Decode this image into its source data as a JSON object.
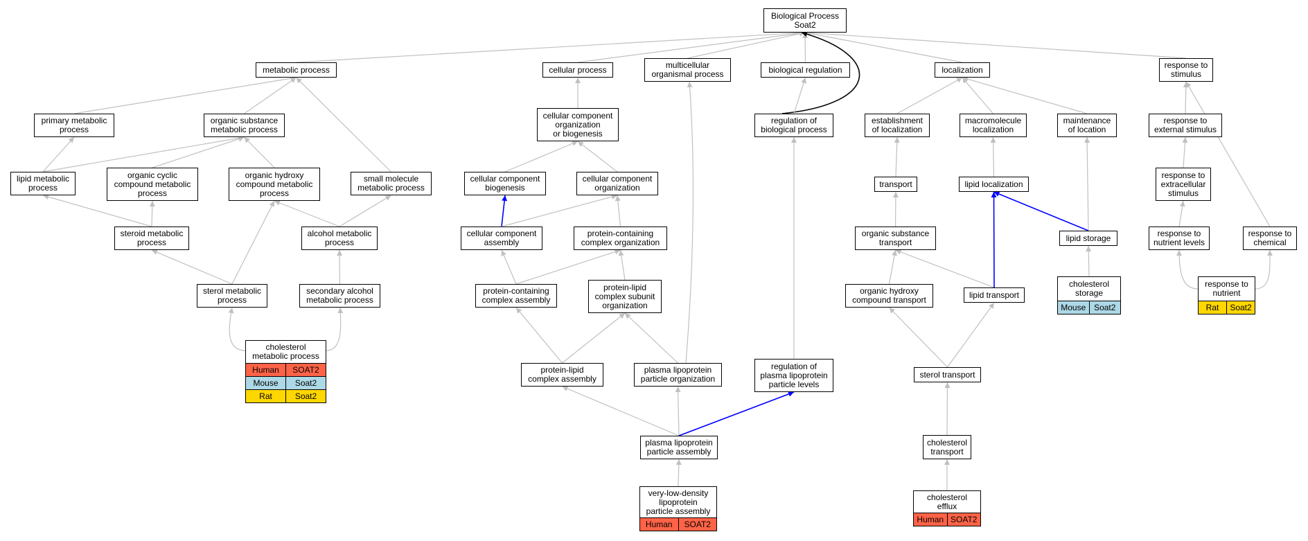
{
  "colors": {
    "edge_default": "#c0c0c0",
    "edge_blue": "#0000ff",
    "edge_black": "#000000",
    "species_human": "#ff6347",
    "species_mouse": "#add8e6",
    "species_rat": "#ffd700"
  },
  "nodes": [
    {
      "id": "bp",
      "label": "Biological Process\nSoat2"
    },
    {
      "id": "metabolic",
      "label": "metabolic process"
    },
    {
      "id": "cellular",
      "label": "cellular process"
    },
    {
      "id": "multicellular",
      "label": "multicellular\norganismal process"
    },
    {
      "id": "bioreg",
      "label": "biological regulation"
    },
    {
      "id": "localization",
      "label": "localization"
    },
    {
      "id": "response_stimulus",
      "label": "response to\nstimulus"
    },
    {
      "id": "primary_metabolic",
      "label": "primary metabolic\nprocess"
    },
    {
      "id": "organic_substance_metabolic",
      "label": "organic substance\nmetabolic process"
    },
    {
      "id": "ccobiogenesis",
      "label": "cellular component\norganization\nor biogenesis"
    },
    {
      "id": "reg_bio",
      "label": "regulation of\nbiological process"
    },
    {
      "id": "establishment_loc",
      "label": "establishment\nof localization"
    },
    {
      "id": "macromolecule_loc",
      "label": "macromolecule\nlocalization"
    },
    {
      "id": "maintenance_loc",
      "label": "maintenance\nof location"
    },
    {
      "id": "response_external",
      "label": "response to\nexternal stimulus"
    },
    {
      "id": "lipid_metabolic",
      "label": "lipid metabolic\nprocess"
    },
    {
      "id": "organic_cyclic",
      "label": "organic cyclic\ncompound metabolic\nprocess"
    },
    {
      "id": "organic_hydroxy_metabolic",
      "label": "organic hydroxy\ncompound metabolic\nprocess"
    },
    {
      "id": "small_molecule",
      "label": "small molecule\nmetabolic process"
    },
    {
      "id": "cc_biogenesis",
      "label": "cellular component\nbiogenesis"
    },
    {
      "id": "cc_organization",
      "label": "cellular component\norganization"
    },
    {
      "id": "transport",
      "label": "transport"
    },
    {
      "id": "lipid_localization",
      "label": "lipid localization"
    },
    {
      "id": "response_extracellular",
      "label": "response to\nextracellular\nstimulus"
    },
    {
      "id": "steroid_metabolic",
      "label": "steroid metabolic\nprocess"
    },
    {
      "id": "alcohol_metabolic",
      "label": "alcohol metabolic\nprocess"
    },
    {
      "id": "cc_assembly",
      "label": "cellular component\nassembly"
    },
    {
      "id": "pc_complex_org",
      "label": "protein-containing\ncomplex organization"
    },
    {
      "id": "organic_substance_transport",
      "label": "organic substance\ntransport"
    },
    {
      "id": "lipid_storage",
      "label": "lipid storage"
    },
    {
      "id": "response_nutrient_levels",
      "label": "response to\nnutrient levels"
    },
    {
      "id": "response_chemical",
      "label": "response to\nchemical"
    },
    {
      "id": "sterol_metabolic",
      "label": "sterol metabolic\nprocess"
    },
    {
      "id": "secondary_alcohol",
      "label": "secondary alcohol\nmetabolic process"
    },
    {
      "id": "pc_complex_assembly",
      "label": "protein-containing\ncomplex assembly"
    },
    {
      "id": "pl_subunit_org",
      "label": "protein-lipid\ncomplex subunit\norganization"
    },
    {
      "id": "organic_hydroxy_transport",
      "label": "organic hydroxy\ncompound transport"
    },
    {
      "id": "lipid_transport",
      "label": "lipid transport"
    },
    {
      "id": "cholesterol_storage",
      "label": "cholesterol\nstorage"
    },
    {
      "id": "response_nutrient",
      "label": "response to\nnutrient"
    },
    {
      "id": "cholesterol_metabolic",
      "label": "cholesterol\nmetabolic process"
    },
    {
      "id": "pl_complex_assembly",
      "label": "protein-lipid\ncomplex assembly"
    },
    {
      "id": "plp_organization",
      "label": "plasma lipoprotein\nparticle organization"
    },
    {
      "id": "reg_plasma_lp",
      "label": "regulation of\nplasma lipoprotein\nparticle levels"
    },
    {
      "id": "sterol_transport",
      "label": "sterol transport"
    },
    {
      "id": "plp_assembly",
      "label": "plasma lipoprotein\nparticle assembly"
    },
    {
      "id": "cholesterol_transport",
      "label": "cholesterol\ntransport"
    },
    {
      "id": "vldl_assembly",
      "label": "very-low-density\nlipoprotein\nparticle assembly"
    },
    {
      "id": "cholesterol_efflux",
      "label": "cholesterol\nefflux"
    }
  ],
  "annotations": [
    {
      "node": "cholesterol_metabolic",
      "rows": [
        {
          "species": "Human",
          "gene": "SOAT2",
          "color": "#ff6347"
        },
        {
          "species": "Mouse",
          "gene": "Soat2",
          "color": "#add8e6"
        },
        {
          "species": "Rat",
          "gene": "Soat2",
          "color": "#ffd700"
        }
      ]
    },
    {
      "node": "vldl_assembly",
      "rows": [
        {
          "species": "Human",
          "gene": "SOAT2",
          "color": "#ff6347"
        }
      ]
    },
    {
      "node": "cholesterol_efflux",
      "rows": [
        {
          "species": "Human",
          "gene": "SOAT2",
          "color": "#ff6347"
        }
      ]
    },
    {
      "node": "cholesterol_storage",
      "rows": [
        {
          "species": "Mouse",
          "gene": "Soat2",
          "color": "#add8e6"
        }
      ]
    },
    {
      "node": "response_nutrient",
      "rows": [
        {
          "species": "Rat",
          "gene": "Soat2",
          "color": "#ffd700"
        }
      ]
    }
  ],
  "edges": [
    {
      "from": "metabolic",
      "to": "bp",
      "color": "gray"
    },
    {
      "from": "cellular",
      "to": "bp",
      "color": "gray"
    },
    {
      "from": "multicellular",
      "to": "bp",
      "color": "gray"
    },
    {
      "from": "bioreg",
      "to": "bp",
      "color": "gray"
    },
    {
      "from": "localization",
      "to": "bp",
      "color": "gray"
    },
    {
      "from": "response_stimulus",
      "to": "bp",
      "color": "gray"
    },
    {
      "from": "reg_bio",
      "to": "bp",
      "color": "black"
    },
    {
      "from": "primary_metabolic",
      "to": "metabolic",
      "color": "gray"
    },
    {
      "from": "organic_substance_metabolic",
      "to": "metabolic",
      "color": "gray"
    },
    {
      "from": "small_molecule",
      "to": "metabolic",
      "color": "gray"
    },
    {
      "from": "lipid_metabolic",
      "to": "primary_metabolic",
      "color": "gray"
    },
    {
      "from": "lipid_metabolic",
      "to": "organic_substance_metabolic",
      "color": "gray"
    },
    {
      "from": "organic_cyclic",
      "to": "organic_substance_metabolic",
      "color": "gray"
    },
    {
      "from": "organic_hydroxy_metabolic",
      "to": "organic_substance_metabolic",
      "color": "gray"
    },
    {
      "from": "steroid_metabolic",
      "to": "lipid_metabolic",
      "color": "gray"
    },
    {
      "from": "steroid_metabolic",
      "to": "organic_cyclic",
      "color": "gray"
    },
    {
      "from": "alcohol_metabolic",
      "to": "organic_hydroxy_metabolic",
      "color": "gray"
    },
    {
      "from": "alcohol_metabolic",
      "to": "small_molecule",
      "color": "gray"
    },
    {
      "from": "sterol_metabolic",
      "to": "steroid_metabolic",
      "color": "gray"
    },
    {
      "from": "sterol_metabolic",
      "to": "organic_hydroxy_metabolic",
      "color": "gray"
    },
    {
      "from": "secondary_alcohol",
      "to": "alcohol_metabolic",
      "color": "gray"
    },
    {
      "from": "cholesterol_metabolic",
      "to": "sterol_metabolic",
      "color": "gray"
    },
    {
      "from": "cholesterol_metabolic",
      "to": "secondary_alcohol",
      "color": "gray"
    },
    {
      "from": "ccobiogenesis",
      "to": "cellular",
      "color": "gray"
    },
    {
      "from": "cc_biogenesis",
      "to": "ccobiogenesis",
      "color": "gray"
    },
    {
      "from": "cc_organization",
      "to": "ccobiogenesis",
      "color": "gray"
    },
    {
      "from": "cc_assembly",
      "to": "cc_biogenesis",
      "color": "blue"
    },
    {
      "from": "cc_assembly",
      "to": "cc_organization",
      "color": "gray"
    },
    {
      "from": "pc_complex_org",
      "to": "cc_organization",
      "color": "gray"
    },
    {
      "from": "pc_complex_assembly",
      "to": "cc_assembly",
      "color": "gray"
    },
    {
      "from": "pc_complex_assembly",
      "to": "pc_complex_org",
      "color": "gray"
    },
    {
      "from": "pl_subunit_org",
      "to": "pc_complex_org",
      "color": "gray"
    },
    {
      "from": "pl_complex_assembly",
      "to": "pc_complex_assembly",
      "color": "gray"
    },
    {
      "from": "pl_complex_assembly",
      "to": "pl_subunit_org",
      "color": "gray"
    },
    {
      "from": "plp_organization",
      "to": "pl_subunit_org",
      "color": "gray"
    },
    {
      "from": "plp_organization",
      "to": "multicellular",
      "color": "gray"
    },
    {
      "from": "plp_assembly",
      "to": "pl_complex_assembly",
      "color": "gray"
    },
    {
      "from": "plp_assembly",
      "to": "plp_organization",
      "color": "gray"
    },
    {
      "from": "plp_assembly",
      "to": "reg_plasma_lp",
      "color": "blue"
    },
    {
      "from": "vldl_assembly",
      "to": "plp_assembly",
      "color": "gray"
    },
    {
      "from": "reg_bio",
      "to": "bioreg",
      "color": "gray"
    },
    {
      "from": "reg_plasma_lp",
      "to": "reg_bio",
      "color": "gray"
    },
    {
      "from": "establishment_loc",
      "to": "localization",
      "color": "gray"
    },
    {
      "from": "macromolecule_loc",
      "to": "localization",
      "color": "gray"
    },
    {
      "from": "maintenance_loc",
      "to": "localization",
      "color": "gray"
    },
    {
      "from": "transport",
      "to": "establishment_loc",
      "color": "gray"
    },
    {
      "from": "lipid_localization",
      "to": "macromolecule_loc",
      "color": "gray"
    },
    {
      "from": "lipid_storage",
      "to": "maintenance_loc",
      "color": "gray"
    },
    {
      "from": "lipid_storage",
      "to": "lipid_localization",
      "color": "blue"
    },
    {
      "from": "organic_substance_transport",
      "to": "transport",
      "color": "gray"
    },
    {
      "from": "organic_hydroxy_transport",
      "to": "organic_substance_transport",
      "color": "gray"
    },
    {
      "from": "lipid_transport",
      "to": "organic_substance_transport",
      "color": "gray"
    },
    {
      "from": "lipid_transport",
      "to": "lipid_localization",
      "color": "blue"
    },
    {
      "from": "sterol_transport",
      "to": "organic_hydroxy_transport",
      "color": "gray"
    },
    {
      "from": "sterol_transport",
      "to": "lipid_transport",
      "color": "gray"
    },
    {
      "from": "cholesterol_transport",
      "to": "sterol_transport",
      "color": "gray"
    },
    {
      "from": "cholesterol_efflux",
      "to": "cholesterol_transport",
      "color": "gray"
    },
    {
      "from": "cholesterol_storage",
      "to": "lipid_storage",
      "color": "gray"
    },
    {
      "from": "response_external",
      "to": "response_stimulus",
      "color": "gray"
    },
    {
      "from": "response_extracellular",
      "to": "response_external",
      "color": "gray"
    },
    {
      "from": "response_nutrient_levels",
      "to": "response_extracellular",
      "color": "gray"
    },
    {
      "from": "response_chemical",
      "to": "response_stimulus",
      "color": "gray"
    },
    {
      "from": "response_nutrient",
      "to": "response_nutrient_levels",
      "color": "gray"
    },
    {
      "from": "response_nutrient",
      "to": "response_chemical",
      "color": "gray"
    }
  ]
}
